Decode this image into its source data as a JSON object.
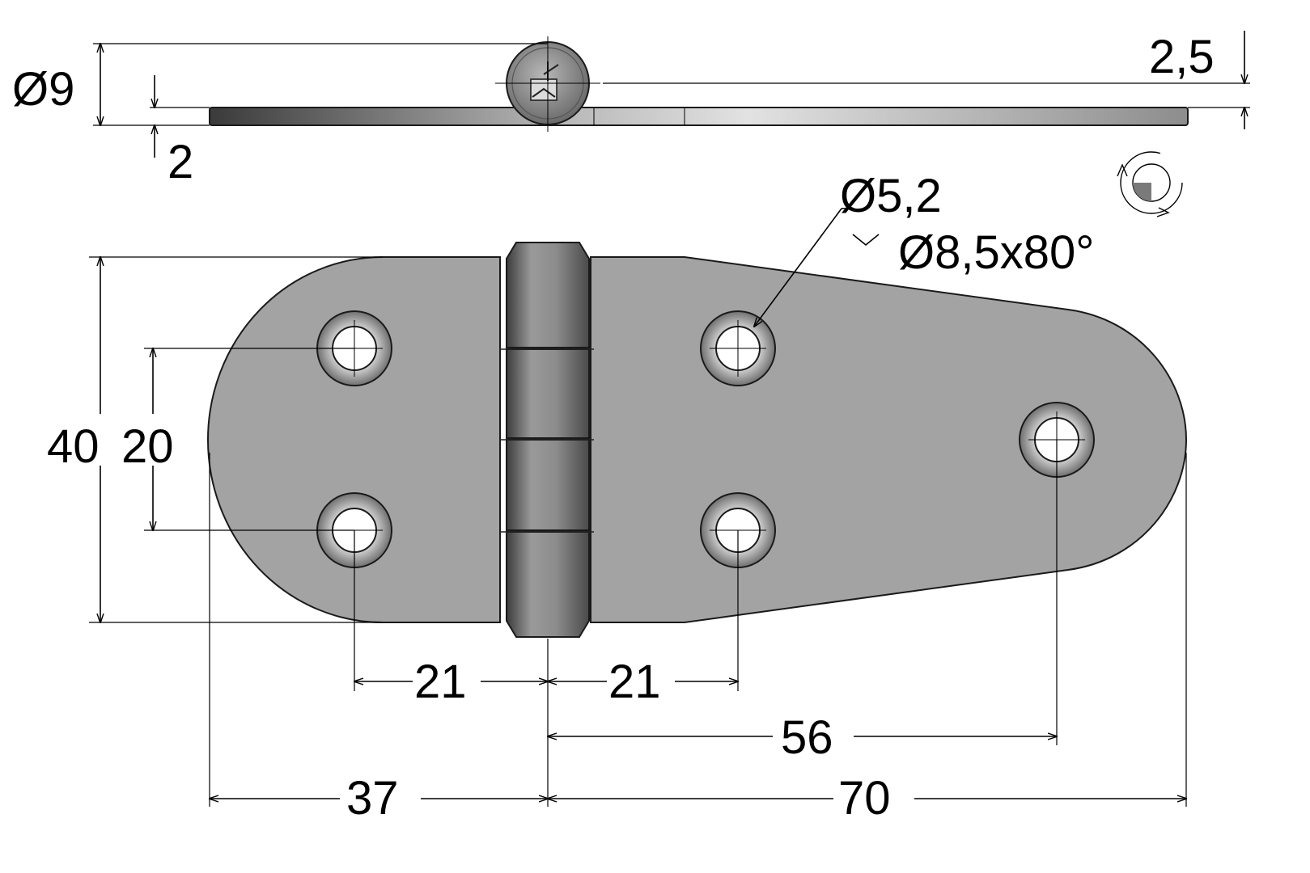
{
  "drawing": {
    "part": "hinge",
    "colors": {
      "plate": "#a0a0a0",
      "plate_dark": "#4a4a4a",
      "knuckle_light": "#cfcfcf",
      "knuckle_dark": "#3c3c3c",
      "hole_fill": "#ffffff",
      "line": "#000000"
    },
    "dimensions": {
      "pin_diameter": "Ø9",
      "thickness": "2",
      "overall_thickness": "2,5",
      "hole_diameter": "Ø5,2",
      "countersink": "Ø8,5x80°",
      "height": "40",
      "hole_spacing_vertical": "20",
      "hole_offset_left": "21",
      "hole_offset_right": "21",
      "far_hole_offset": "56",
      "left_leaf_length": "37",
      "right_leaf_length": "70"
    },
    "icons": {
      "side_view_logo": "boat-logo-icon",
      "rotation": "rotation-arrow-icon"
    }
  }
}
